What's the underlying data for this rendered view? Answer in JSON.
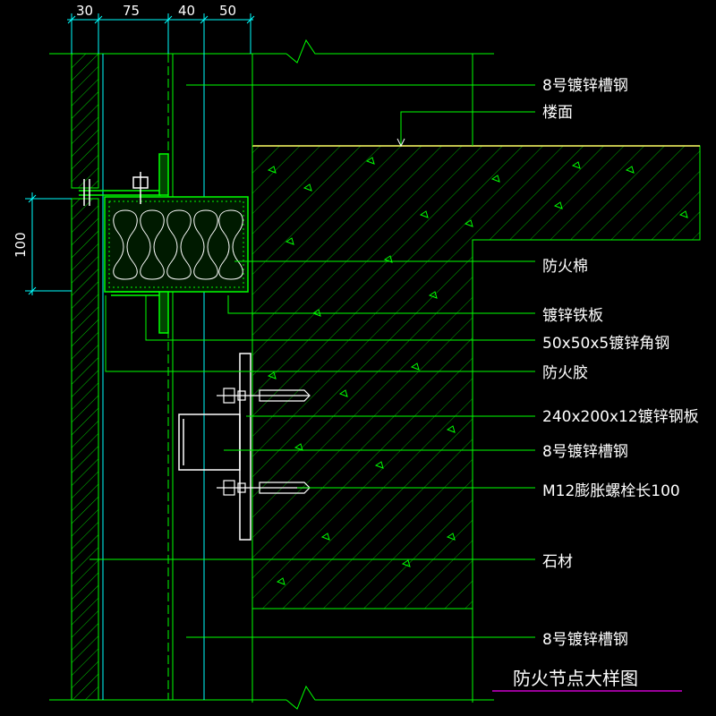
{
  "title": "防火节点大样图",
  "dimensions": {
    "top": [
      "30",
      "75",
      "40",
      "50"
    ],
    "left": "100"
  },
  "labels": [
    "8号镀锌槽钢",
    "楼面",
    "防火棉",
    "镀锌铁板",
    "50x50x5镀锌角钢",
    "防火胶",
    "240x200x12镀锌钢板",
    "8号镀锌槽钢",
    "M12膨胀螺栓长100",
    "石材",
    "8号镀锌槽钢"
  ],
  "colors": {
    "background": "#000000",
    "drawing": "#00ff00",
    "dimension": "#00ffff",
    "slab": "#ffff66",
    "title_underline": "#cc00cc",
    "text": "#ffffff"
  }
}
